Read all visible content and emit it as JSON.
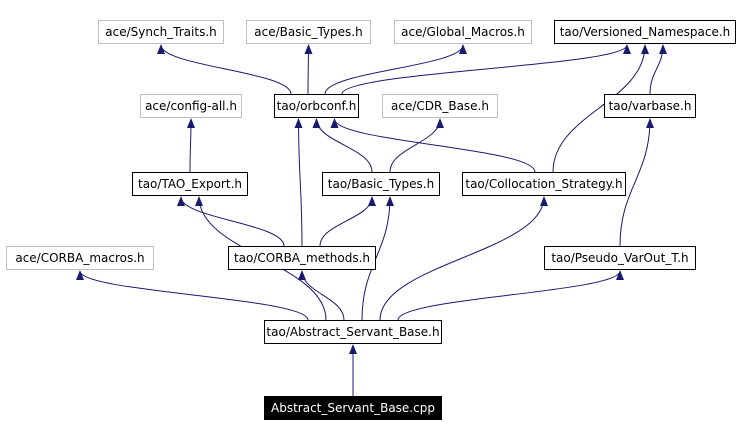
{
  "diagram": {
    "nodes": [
      {
        "id": "synch_traits",
        "label": "ace/Synch_Traits.h",
        "style": "gray"
      },
      {
        "id": "basic_types_ace",
        "label": "ace/Basic_Types.h",
        "style": "gray"
      },
      {
        "id": "global_macros",
        "label": "ace/Global_Macros.h",
        "style": "gray"
      },
      {
        "id": "versioned_ns",
        "label": "tao/Versioned_Namespace.h",
        "style": "black"
      },
      {
        "id": "config_all",
        "label": "ace/config-all.h",
        "style": "gray"
      },
      {
        "id": "orbconf",
        "label": "tao/orbconf.h",
        "style": "black"
      },
      {
        "id": "cdr_base",
        "label": "ace/CDR_Base.h",
        "style": "gray"
      },
      {
        "id": "varbase",
        "label": "tao/varbase.h",
        "style": "black"
      },
      {
        "id": "tao_export",
        "label": "tao/TAO_Export.h",
        "style": "black"
      },
      {
        "id": "basic_types_tao",
        "label": "tao/Basic_Types.h",
        "style": "black"
      },
      {
        "id": "collocation",
        "label": "tao/Collocation_Strategy.h",
        "style": "black"
      },
      {
        "id": "corba_macros",
        "label": "ace/CORBA_macros.h",
        "style": "gray"
      },
      {
        "id": "corba_methods",
        "label": "tao/CORBA_methods.h",
        "style": "black"
      },
      {
        "id": "pseudo_varout",
        "label": "tao/Pseudo_VarOut_T.h",
        "style": "black"
      },
      {
        "id": "abstract_servant",
        "label": "tao/Abstract_Servant_Base.h",
        "style": "black"
      },
      {
        "id": "root_cpp",
        "label": "Abstract_Servant_Base.cpp",
        "style": "root"
      }
    ],
    "edges": [
      {
        "from": "root_cpp",
        "to": "abstract_servant"
      },
      {
        "from": "abstract_servant",
        "to": "corba_macros"
      },
      {
        "from": "abstract_servant",
        "to": "tao_export"
      },
      {
        "from": "abstract_servant",
        "to": "corba_methods"
      },
      {
        "from": "abstract_servant",
        "to": "basic_types_tao"
      },
      {
        "from": "abstract_servant",
        "to": "collocation"
      },
      {
        "from": "abstract_servant",
        "to": "pseudo_varout"
      },
      {
        "from": "corba_methods",
        "to": "tao_export"
      },
      {
        "from": "corba_methods",
        "to": "basic_types_tao"
      },
      {
        "from": "corba_methods",
        "to": "orbconf"
      },
      {
        "from": "tao_export",
        "to": "config_all"
      },
      {
        "from": "basic_types_tao",
        "to": "orbconf"
      },
      {
        "from": "basic_types_tao",
        "to": "cdr_base"
      },
      {
        "from": "collocation",
        "to": "orbconf"
      },
      {
        "from": "collocation",
        "to": "versioned_ns"
      },
      {
        "from": "pseudo_varout",
        "to": "varbase"
      },
      {
        "from": "varbase",
        "to": "versioned_ns"
      },
      {
        "from": "orbconf",
        "to": "synch_traits"
      },
      {
        "from": "orbconf",
        "to": "basic_types_ace"
      },
      {
        "from": "orbconf",
        "to": "global_macros"
      },
      {
        "from": "orbconf",
        "to": "versioned_ns"
      }
    ],
    "colors": {
      "edge": "#191970",
      "gray_border": "#bfbfbf",
      "black_border": "#000000",
      "root_fill": "#000000",
      "root_text": "#ffffff"
    }
  }
}
